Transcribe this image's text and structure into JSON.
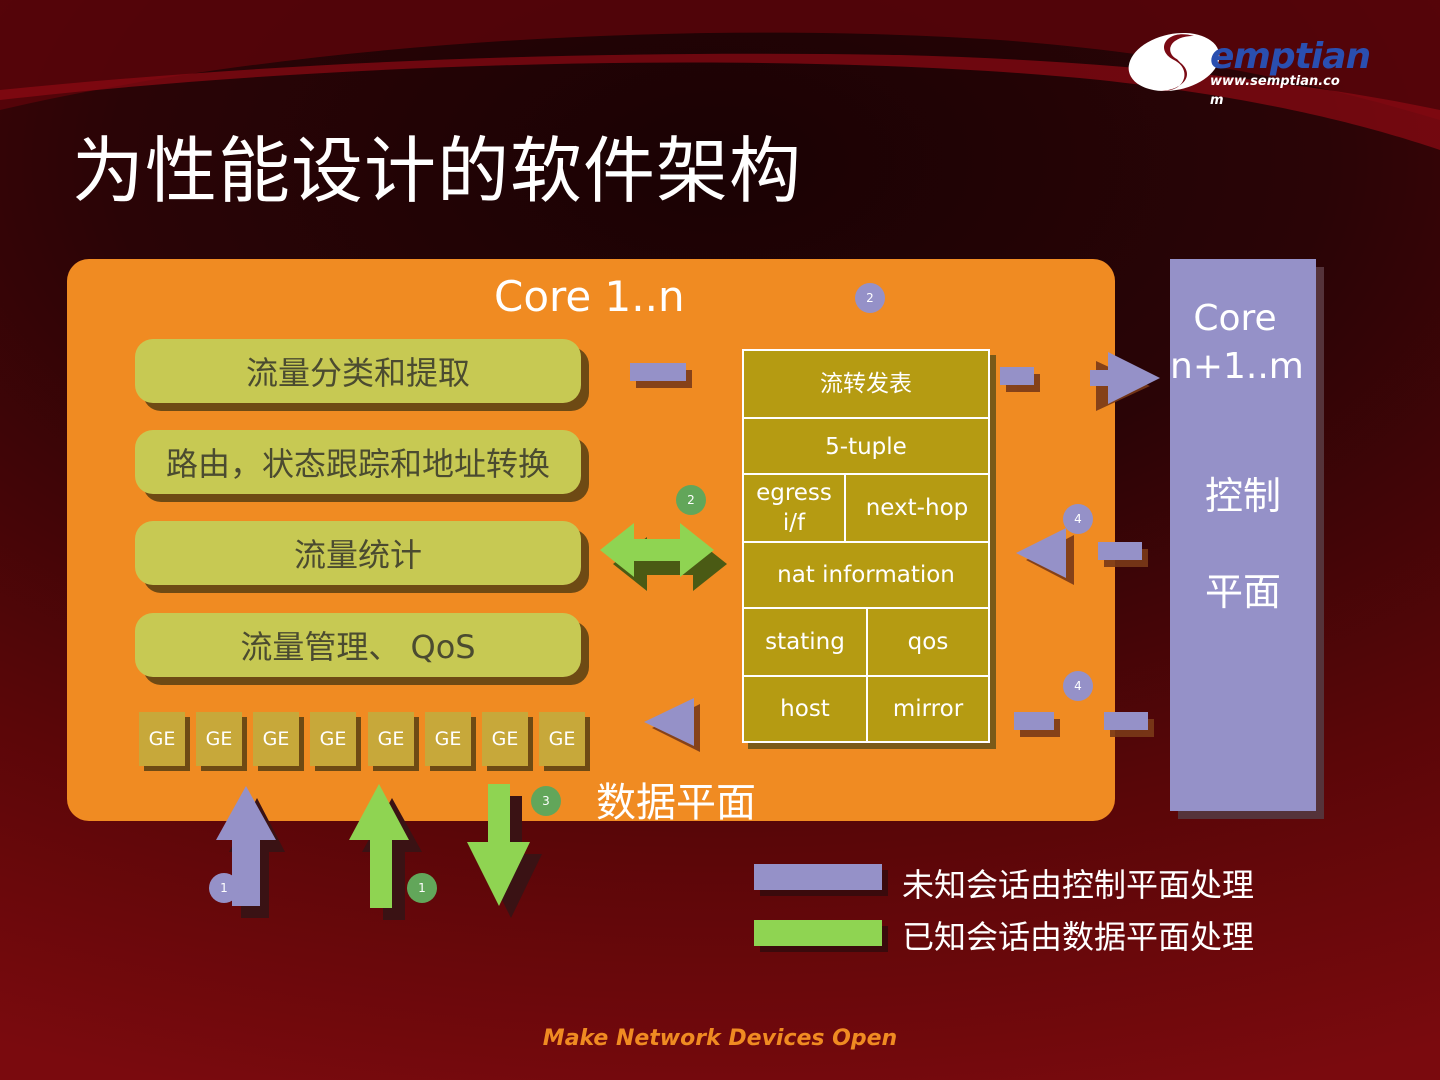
{
  "title": "为性能设计的软件架构",
  "logo": {
    "brand": "emptian",
    "url": "www.semptian.co m"
  },
  "core_main": {
    "title": "Core 1..n"
  },
  "modules": [
    "流量分类和提取",
    "路由，状态跟踪和地址转换",
    "流量统计",
    "流量管理、 QoS"
  ],
  "ge_ports": [
    "GE",
    "GE",
    "GE",
    "GE",
    "GE",
    "GE",
    "GE",
    "GE"
  ],
  "flow_table": {
    "header": "流转发表",
    "tuple": "5-tuple",
    "egress": "egress i/f",
    "nexthop": "next-hop",
    "nat": "nat information",
    "stating": "stating",
    "qos": "qos",
    "host": "host",
    "mirror": "mirror"
  },
  "control": {
    "title": "Core n+1..m",
    "line1": "控制",
    "line2": "平面"
  },
  "data_plane_label": "数据平面",
  "badges": {
    "b2_top": "2",
    "b2_mid": "2",
    "b4_top": "4",
    "b4_bot": "4",
    "b3": "3",
    "b1_left": "1",
    "b1_right": "1"
  },
  "legend": [
    {
      "text": "未知会话由控制平面处理",
      "color": "#9591c8"
    },
    {
      "text": "已知会话由数据平面处理",
      "color": "#8fd452"
    }
  ],
  "footer": "Make Network Devices Open",
  "colors": {
    "purple": "#9591c8",
    "green": "#8fd452",
    "orange": "#f08b22",
    "olive": "#b59b12"
  }
}
